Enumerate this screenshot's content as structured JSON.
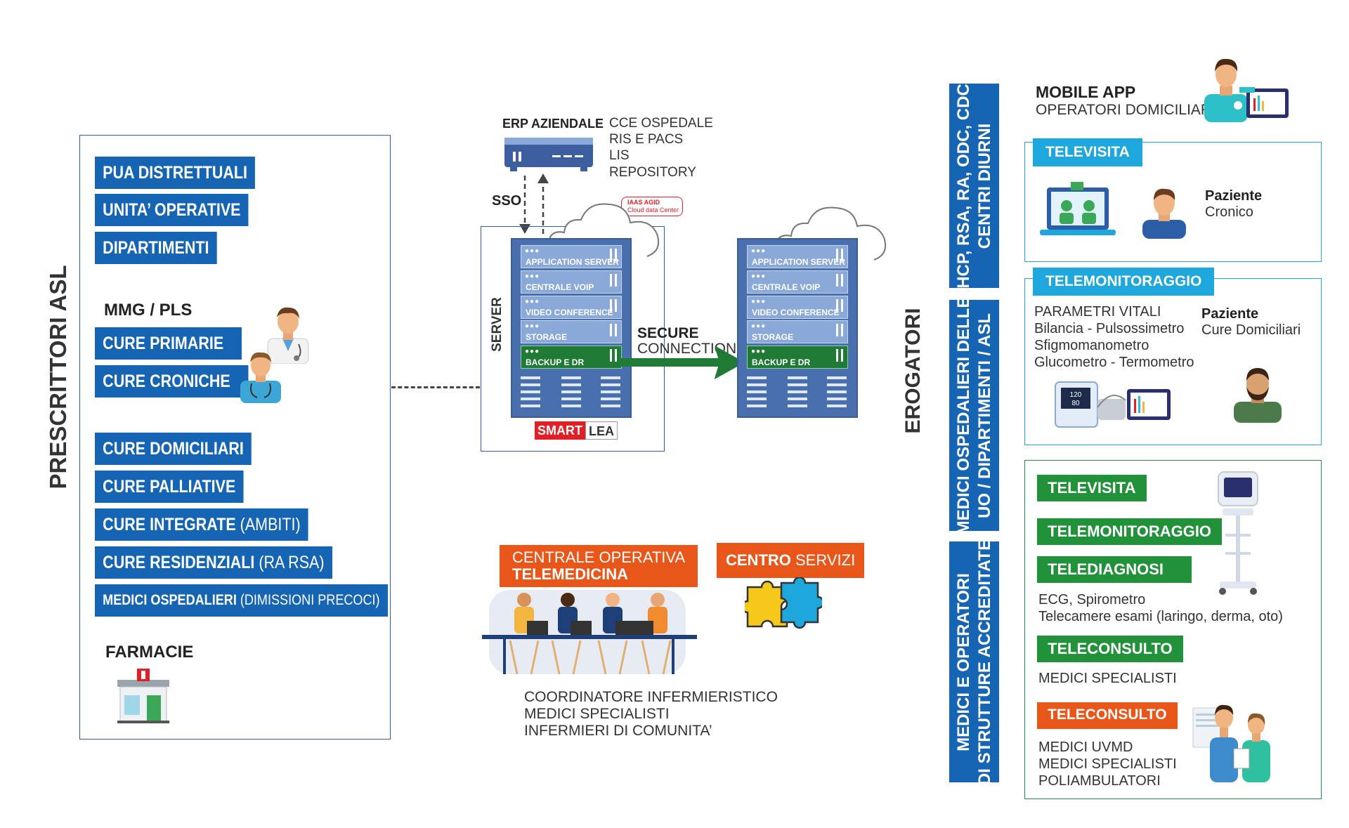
{
  "prescrittori": {
    "title": "PRESCRITTORI ASL",
    "group1": [
      "PUA DISTRETTUALI",
      "UNITA’ OPERATIVE",
      "DIPARTIMENTI"
    ],
    "mmg_title": "MMG / PLS",
    "group2": [
      "CURE PRIMARIE",
      "CURE CRONICHE"
    ],
    "group3": [
      {
        "bold": "CURE DOMICILIARI",
        "light": ""
      },
      {
        "bold": "CURE PALLIATIVE",
        "light": ""
      },
      {
        "bold": "CURE INTEGRATE",
        "light": " (AMBITI)"
      },
      {
        "bold": "CURE RESIDENZIALI",
        "light": " (RA RSA)"
      },
      {
        "bold": "MEDICI OSPEDALIERI",
        "light": " (DIMISSIONI PRECOCI)"
      }
    ],
    "farmacie": "FARMACIE"
  },
  "center": {
    "erp_title": "ERP AZIENDALE",
    "erp_items": [
      "CCE OSPEDALE",
      "RIS E PACS",
      "LIS",
      "REPOSITORY"
    ],
    "sso": "SSO",
    "iaas": [
      "IAAS AGID",
      "Cloud data Center"
    ],
    "server_label": "SERVER",
    "rack_units": [
      "APPLICATION SERVER",
      "CENTRALE VOIP",
      "VIDEO CONFERENCE",
      "STORAGE",
      "BACKUP E DR"
    ],
    "secure": [
      "SECURE",
      "CONNECTION"
    ],
    "logo": {
      "smart": "SMART",
      "lea": "LEA"
    },
    "centrale": {
      "line1": "CENTRALE OPERATIVA",
      "line2": "TELEMEDICINA"
    },
    "centro": {
      "bold": "CENTRO",
      "light": " SERVIZI"
    },
    "staff": [
      "COORDINATORE INFERMIERISTICO",
      "MEDICI SPECIALISTI",
      "INFERMIERI DI COMUNITA’"
    ]
  },
  "erogatori": {
    "title": "EROGATORI",
    "bars": [
      [
        "HCP, RSA, RA, ODC, CDC",
        "CENTRI DIURNI"
      ],
      [
        "MEDICI OSPEDALIERI DELLE",
        "UO / DIPARTIMENTI / ASL"
      ],
      [
        "MEDICI E OPERATORI",
        "DI STRUTTURE ACCREDITATE"
      ]
    ],
    "mobile_app": {
      "title": "MOBILE APP",
      "subtitle": "OPERATORI DOMICILIARI"
    },
    "televisita_panel": {
      "label": "TELEVISITA",
      "patient_bold": "Paziente",
      "patient_light": "Cronico"
    },
    "telemon_panel": {
      "label": "TELEMONITORAGGIO",
      "params": [
        "PARAMETRI VITALI",
        "Bilancia - Pulsossimetro",
        "Sfigmomanometro",
        "Glucometro - Termometro"
      ],
      "patient_bold": "Paziente",
      "patient_light": "Cure Domiciliari",
      "bp_values": [
        "120",
        "80"
      ]
    },
    "green_panel": {
      "labels": [
        "TELEVISITA",
        "TELEMONITORAGGIO",
        "TELEDIAGNOSI"
      ],
      "diag_text": [
        "ECG, Spirometro",
        "Telecamere esami (laringo, derma, oto)"
      ],
      "teleconsulto1": "TELECONSULTO",
      "teleconsulto1_text": [
        "MEDICI SPECIALISTI"
      ],
      "teleconsulto2": "TELECONSULTO",
      "teleconsulto2_text": [
        "MEDICI UVMD",
        "MEDICI SPECIALISTI",
        "POLIAMBULATORI"
      ]
    }
  },
  "colors": {
    "blue": "#1565b4",
    "green": "#21913a",
    "orange": "#e8561a",
    "cyan": "#1ea7dc",
    "red": "#e31e24"
  }
}
